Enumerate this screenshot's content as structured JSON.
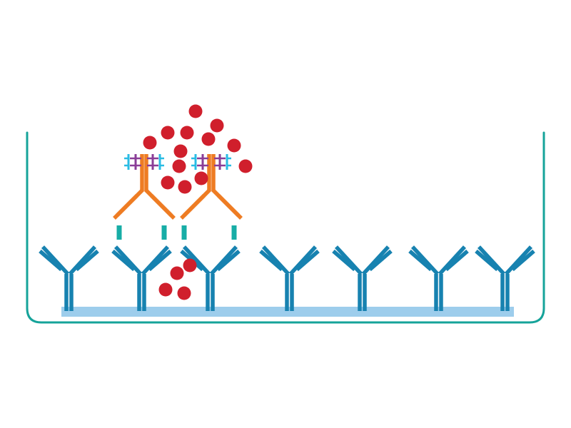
{
  "diagram": {
    "colors": {
      "well": "#16a39a",
      "plate": "#9dcdec",
      "capture_antibody": "#1782b0",
      "detection_antibody": "#ee7c23",
      "antigen_linker": "#17ada6",
      "conjugate_cyan": "#29bce4",
      "conjugate_purple": "#8a3d97",
      "signal_dot": "#d01f2c"
    },
    "capture_antibody_count": 7,
    "detection_antibody_count": 2,
    "signal_dot_count": 17
  }
}
